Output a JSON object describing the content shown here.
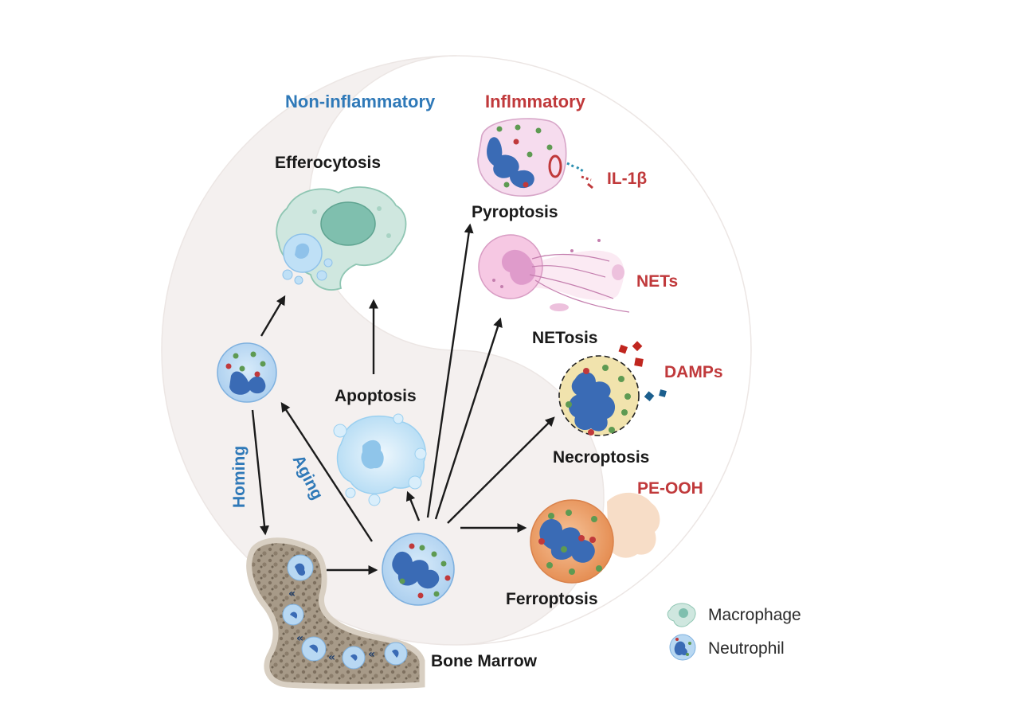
{
  "sections": {
    "non_inflammatory": "Non-inflammatory",
    "inflammatory": "Inflmmatory"
  },
  "processes": {
    "efferocytosis": "Efferocytosis",
    "apoptosis": "Apoptosis",
    "pyroptosis": "Pyroptosis",
    "netosis": "NETosis",
    "necroptosis": "Necroptosis",
    "ferroptosis": "Ferroptosis",
    "bone_marrow": "Bone Marrow"
  },
  "mediators": {
    "il1b": "IL-1β",
    "nets": "NETs",
    "damps": "DAMPs",
    "pe_ooh": "PE-OOH"
  },
  "pathways": {
    "homing": "Homing",
    "aging": "Aging"
  },
  "legend": {
    "macrophage": "Macrophage",
    "neutrophil": "Neutrophil"
  },
  "colors": {
    "non_inflammatory": "#2f79b8",
    "inflammatory": "#c0393b",
    "background_circle": "#f3efee",
    "neutrophil_fill": "#b8d8f2",
    "nucleus": "#3a6bb5",
    "macrophage_fill": "#cfe7df",
    "pyroptosis_fill": "#f6dcee",
    "necroptosis_fill": "#f1e3ad",
    "ferroptosis_fill": "#eda370",
    "bone": "#d8cfc2"
  }
}
